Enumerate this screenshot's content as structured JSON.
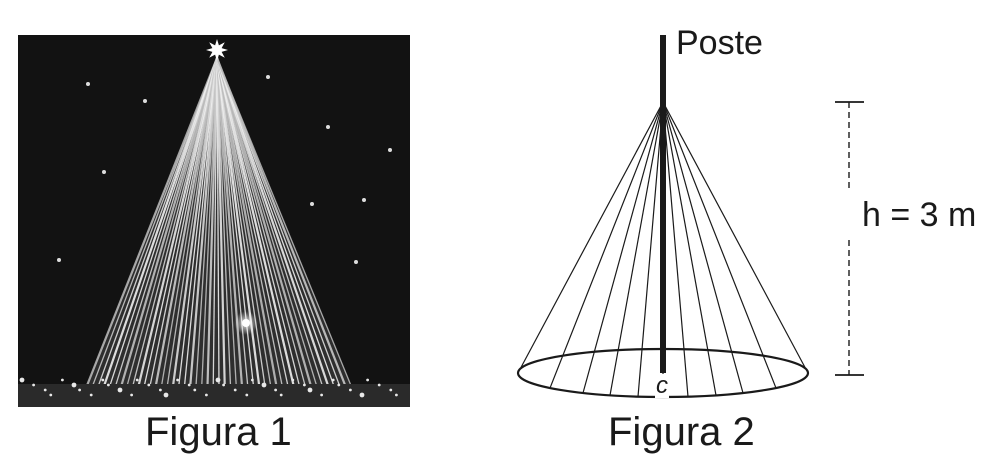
{
  "figure1": {
    "caption": "Figura 1",
    "image_description_icon": "lit-christmas-tree-photo",
    "colors": {
      "sky": "#111111",
      "lights": "#f2f2f2",
      "star": "#ffffff"
    }
  },
  "figure2": {
    "caption": "Figura 2",
    "pole_label": "Poste",
    "height_label": "h = 3 m",
    "center_label": "c",
    "colors": {
      "lines": "#1a1a1a"
    }
  }
}
